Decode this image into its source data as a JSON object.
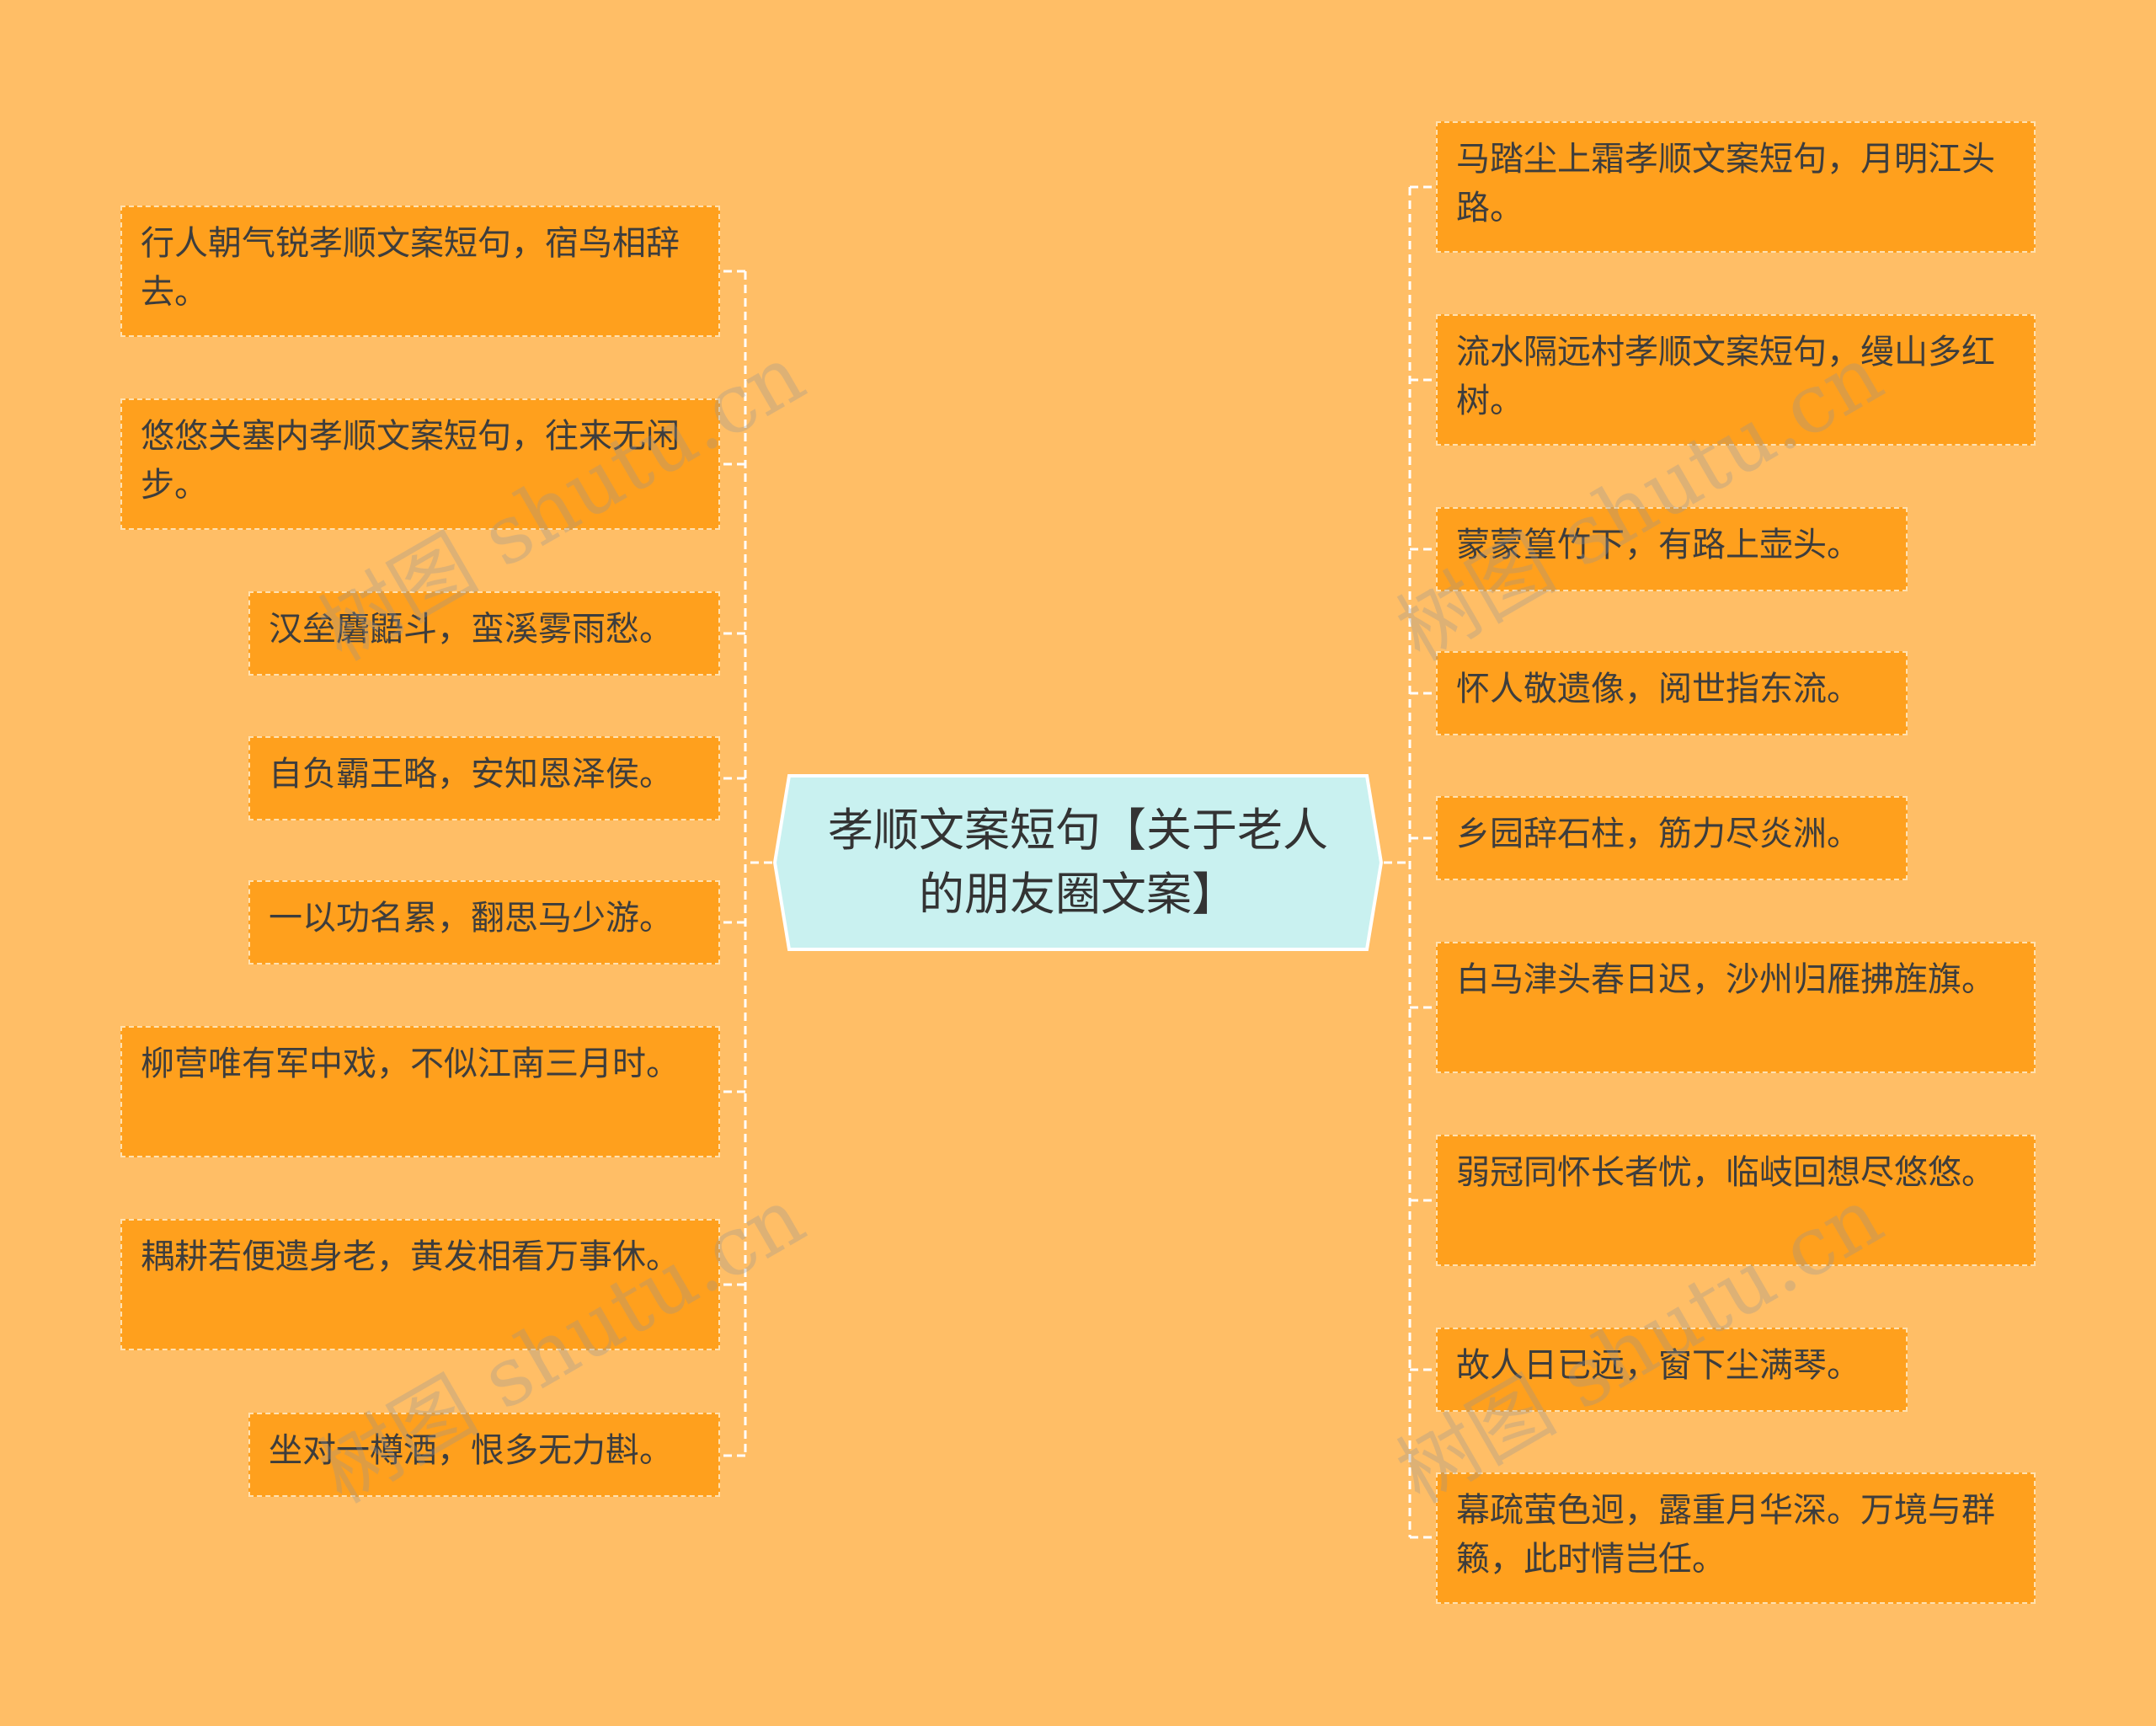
{
  "center": {
    "title": "孝顺文案短句【关于老人的朋友圈文案】"
  },
  "left_branch": [
    {
      "text": "行人朝气锐孝顺文案短句，宿鸟相辞去。"
    },
    {
      "text": "悠悠关塞内孝顺文案短句，往来无闲步。"
    },
    {
      "text": "汉垒麏鼯斗，蛮溪雾雨愁。"
    },
    {
      "text": "自负霸王略，安知恩泽侯。"
    },
    {
      "text": "一以功名累，翻思马少游。"
    },
    {
      "text": "柳营唯有军中戏，不似江南三月时。"
    },
    {
      "text": "耦耕若便遗身老，黄发相看万事休。"
    },
    {
      "text": "坐对一樽酒，恨多无力斟。"
    }
  ],
  "right_branch": [
    {
      "text": "马踏尘上霜孝顺文案短句，月明江头路。"
    },
    {
      "text": "流水隔远村孝顺文案短句，缦山多红树。"
    },
    {
      "text": "蒙蒙篁竹下，有路上壶头。"
    },
    {
      "text": "怀人敬遗像，阅世指东流。"
    },
    {
      "text": "乡园辞石柱，筋力尽炎洲。"
    },
    {
      "text": "白马津头春日迟，沙州归雁拂旌旗。"
    },
    {
      "text": "弱冠同怀长者忧，临岐回想尽悠悠。"
    },
    {
      "text": "故人日已远，窗下尘满琴。"
    },
    {
      "text": "幕疏萤色迥，露重月华深。万境与群籁，此时情岂任。"
    }
  ],
  "watermark": "树图 shutu.cn",
  "colors": {
    "background": "#FFBE66",
    "leaf_fill": "#FFA01D",
    "leaf_border": "#FFE1B0",
    "center_fill": "#C9F1F0",
    "center_border": "#FFFFFF",
    "connector": "#FFFFFF",
    "text": "#3D3D3D"
  }
}
